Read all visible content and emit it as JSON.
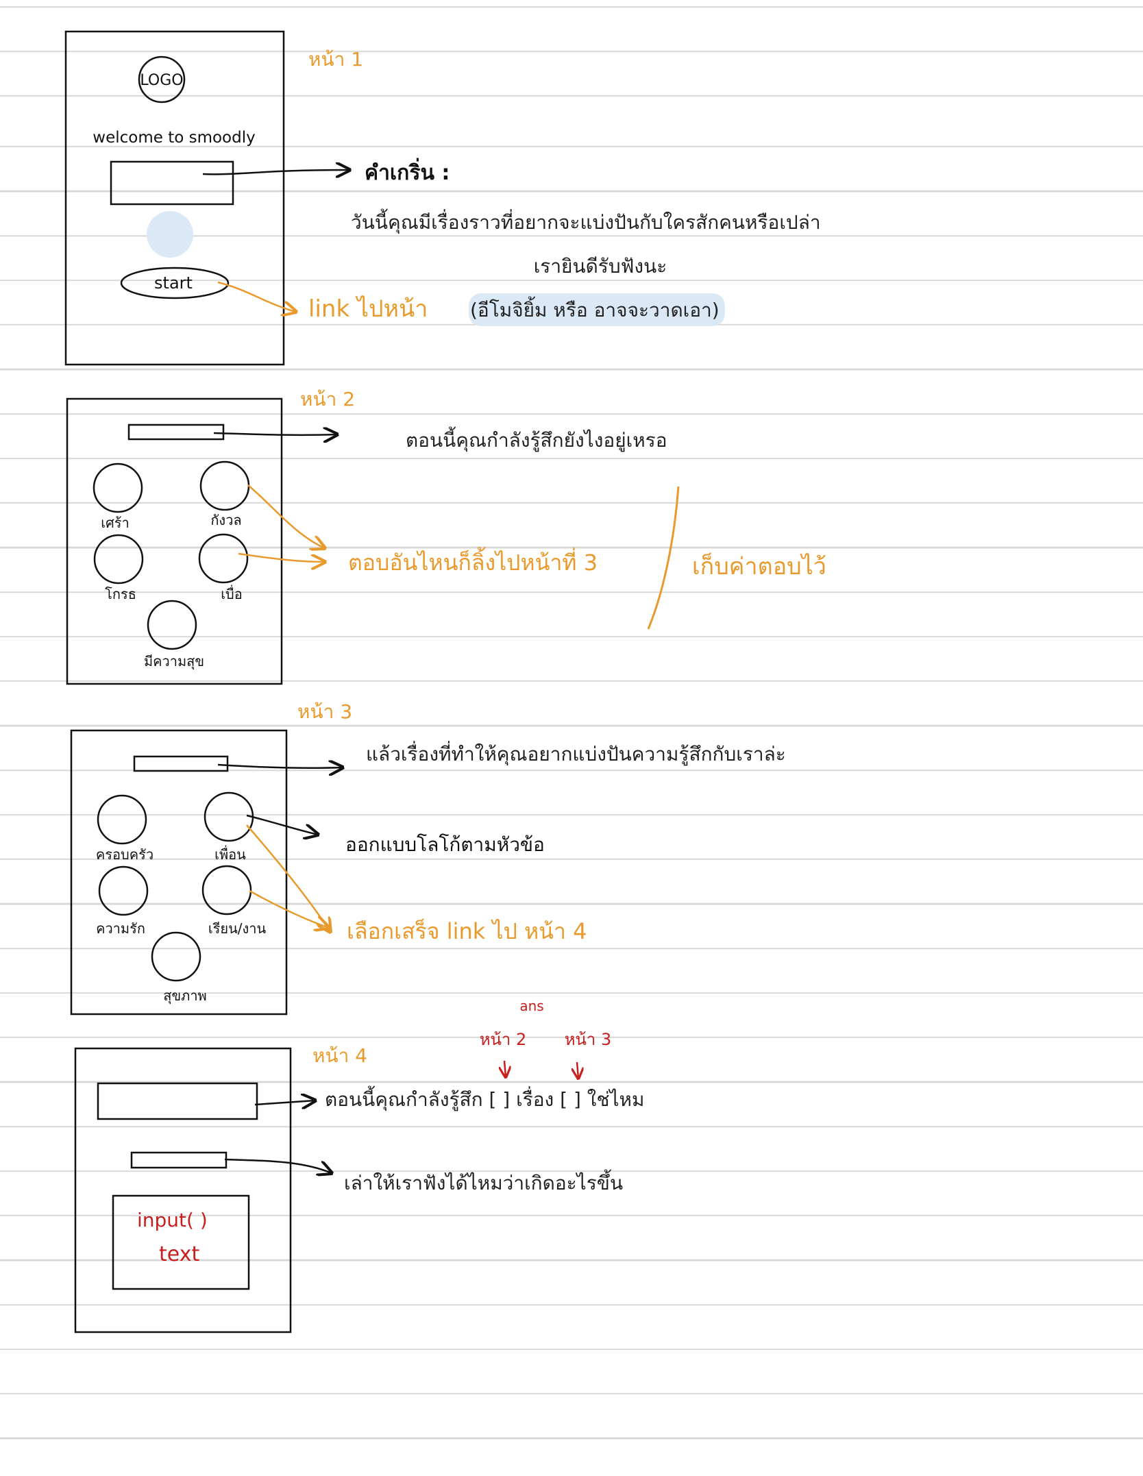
{
  "colors": {
    "ink": "#111111",
    "orange": "#e89a2c",
    "red": "#c81e1e",
    "highlight": "#dbe9f7",
    "rule": "#d6d6d6"
  },
  "page1": {
    "label": "หน้า 1",
    "logo": "LOGO",
    "welcome": "welcome to smoodly",
    "start": "start",
    "link": "link ไปหน้า",
    "greeting_title": "คำเกริ่น :",
    "greeting_line1": "วันนี้คุณมีเรื่องราวที่อยากจะแบ่งปันกับใครสักคนหรือเปล่า",
    "greeting_line2": "เรายินดีรับฟังนะ",
    "greeting_note": "(อีโมจิยิ้ม หรือ อาจจะวาดเอา)"
  },
  "page2": {
    "label": "หน้า 2",
    "question": "ตอนนี้คุณกำลังรู้สึกยังไงอยู่เหรอ",
    "moods": [
      "เศร้า",
      "กังวล",
      "โกรธ",
      "เบื่อ",
      "มีความสุข"
    ],
    "link": "ตอบอันไหนก็ลิ้งไปหน้าที่ 3",
    "store": "เก็บค่าตอบไว้"
  },
  "page3": {
    "label": "หน้า 3",
    "question": "แล้วเรื่องที่ทำให้คุณอยากแบ่งปันความรู้สึกกับเราล่ะ",
    "topics": [
      "ครอบครัว",
      "เพื่อน",
      "ความรัก",
      "เรียน/งาน",
      "สุขภาพ"
    ],
    "design_note": "ออกแบบโลโก้ตามหัวข้อ",
    "link": "เลือกเสร็จ link ไป หน้า 4"
  },
  "page4": {
    "label": "หน้า 4",
    "ans": "ans",
    "ref1": "หน้า 2",
    "ref2": "หน้า 3",
    "question": "ตอนนี้คุณกำลังรู้สึก [ ] เรื่อง [ ] ใช่ไหม",
    "prompt": "เล่าให้เราฟังได้ไหมว่าเกิดอะไรขึ้น",
    "input_line1": "input( )",
    "input_line2": "text"
  }
}
